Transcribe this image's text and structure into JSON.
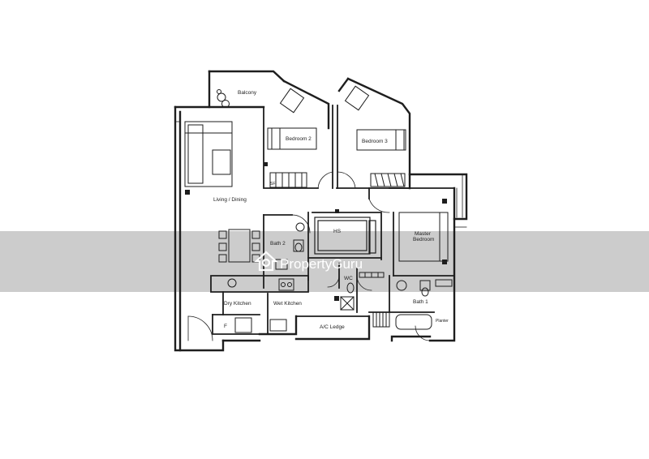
{
  "rooms": {
    "balcony": "Balcony",
    "bedroom2": "Bedroom 2",
    "bedroom3": "Bedroom 3",
    "living_dining": "Living / Dining",
    "bath2": "Bath 2",
    "hs": "HS",
    "master_bedroom_line1": "Master",
    "master_bedroom_line2": "Bedroom",
    "wc": "WC",
    "bath1": "Bath 1",
    "dry_kitchen": "Dry Kitchen",
    "wet_kitchen": "Wet Kitchen",
    "ac_ledge": "A/C Ledge",
    "planter": "Planter",
    "fridge": "F",
    "sf": "SF"
  },
  "watermark": {
    "brand": "PropertyGuru",
    "icon": "propertyguru-logo-icon"
  },
  "colors": {
    "walls": "#1e1e1e",
    "watermark_band": "#c8c8c8",
    "background": "#ffffff"
  }
}
